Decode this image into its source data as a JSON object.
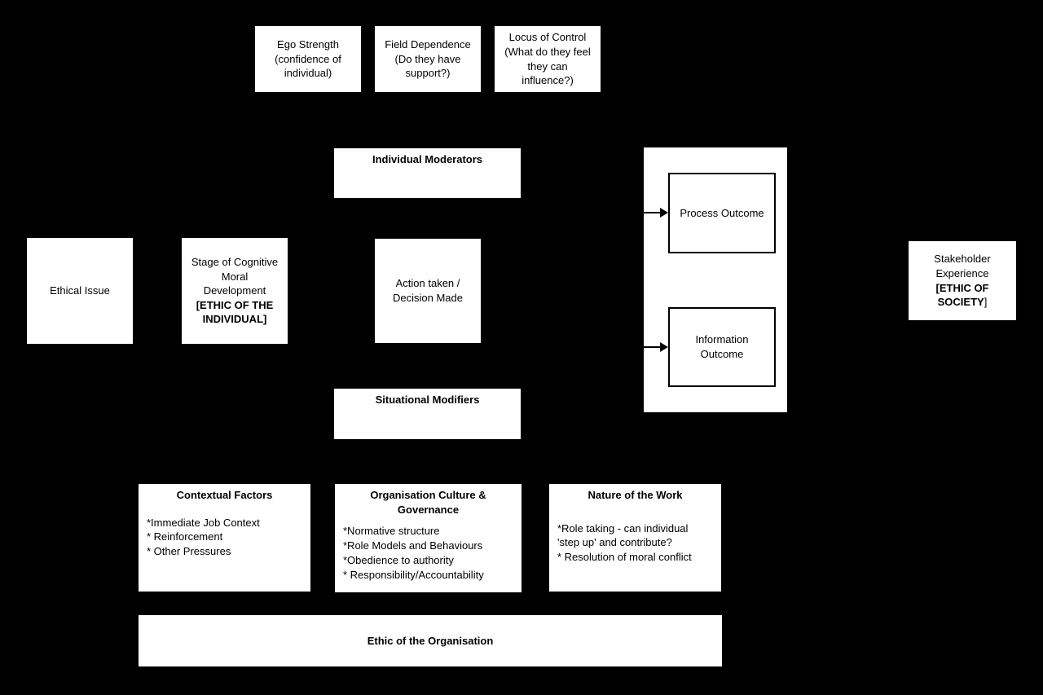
{
  "colors": {
    "background": "#000000",
    "box_fill": "#ffffff",
    "box_border": "#000000",
    "text": "#000000"
  },
  "boxes": {
    "ego_strength": {
      "text": "Ego Strength\n(confidence of\nindividual)"
    },
    "field_dependence": {
      "text": "Field Dependence\n(Do they have\nsupport?)"
    },
    "locus_of_control": {
      "text": "Locus of Control\n(What do they feel\nthey can\ninfluence?)"
    },
    "individual_moderators": {
      "title": "Individual Moderators"
    },
    "ethical_issue": {
      "text": "Ethical Issue"
    },
    "stage_of_cognitive_moral_development": {
      "text": "Stage of Cognitive\nMoral\nDevelopment",
      "emphasis": "[ETHIC OF THE\nINDIVIDUAL]"
    },
    "action_taken": {
      "text": "Action taken /\nDecision Made"
    },
    "outcomes": {
      "process": "Process Outcome",
      "information": "Information\nOutcome"
    },
    "stakeholder_experience": {
      "text": "Stakeholder\nExperience",
      "emphasis": "[ETHIC OF\nSOCIETY",
      "bracket": "]"
    },
    "situational_modifiers": {
      "title": "Situational Modifiers"
    },
    "contextual_factors": {
      "title": "Contextual Factors",
      "items": "*Immediate Job Context\n* Reinforcement\n* Other Pressures"
    },
    "organisation_culture_governance": {
      "title": "Organisation Culture &\nGovernance",
      "items": "*Normative structure\n*Role Models and Behaviours\n*Obedience to authority\n* Responsibility/Accountability"
    },
    "nature_of_the_work": {
      "title": "Nature of the Work",
      "items": "*Role taking - can individual\n'step up' and contribute?\n* Resolution of moral conflict"
    },
    "ethic_of_the_organisation": {
      "title": "Ethic of the Organisation"
    }
  }
}
